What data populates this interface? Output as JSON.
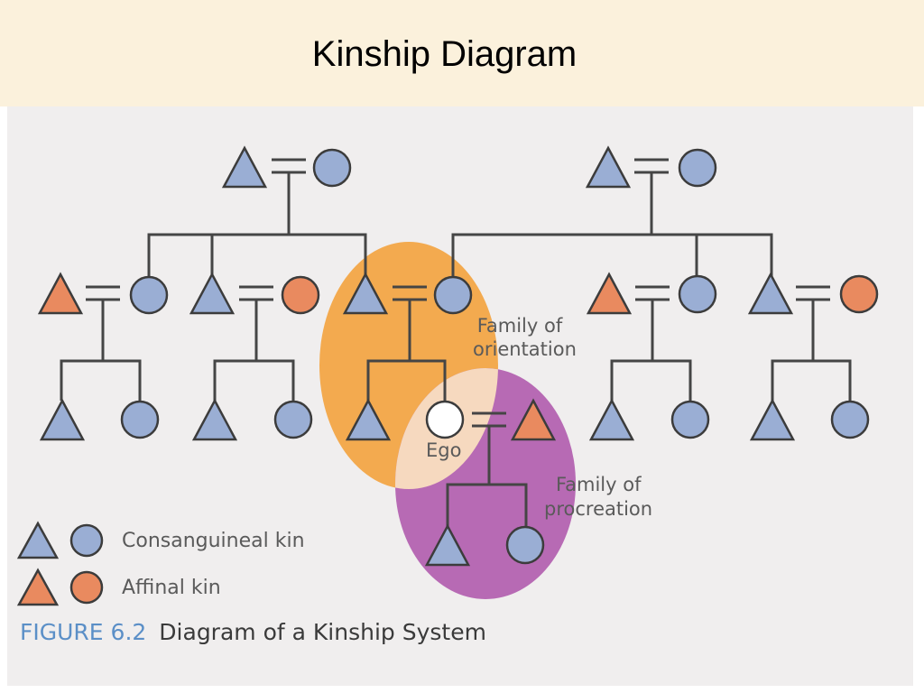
{
  "slide": {
    "title": "Kinship Diagram"
  },
  "figure": {
    "caption_number": "FIGURE 6.2",
    "caption_text": "Diagram of a Kinship System",
    "labels": {
      "family_of_orientation": [
        "Family of",
        "orientation"
      ],
      "ego": "Ego",
      "family_of_procreation": [
        "Family of",
        "procreation"
      ]
    },
    "legend": [
      {
        "label": "Consanguineal kin",
        "color": "#9aaed4"
      },
      {
        "label": "Affinal kin",
        "color": "#e98a5f"
      }
    ]
  },
  "colors": {
    "consanguineal_fill": "#9aaed4",
    "affinal_fill": "#e98a5f",
    "ego_fill": "#ffffff",
    "orientation_highlight": "#f3aa4f",
    "procreation_highlight": "#b76ab4",
    "title_band": "#fbf1dc",
    "panel_background": "#f0eeee",
    "caption_number_color": "#5b8fc7"
  },
  "symbols": {
    "triangle": "male",
    "circle": "female",
    "double_line": "marriage",
    "vertical_line": "descent"
  }
}
